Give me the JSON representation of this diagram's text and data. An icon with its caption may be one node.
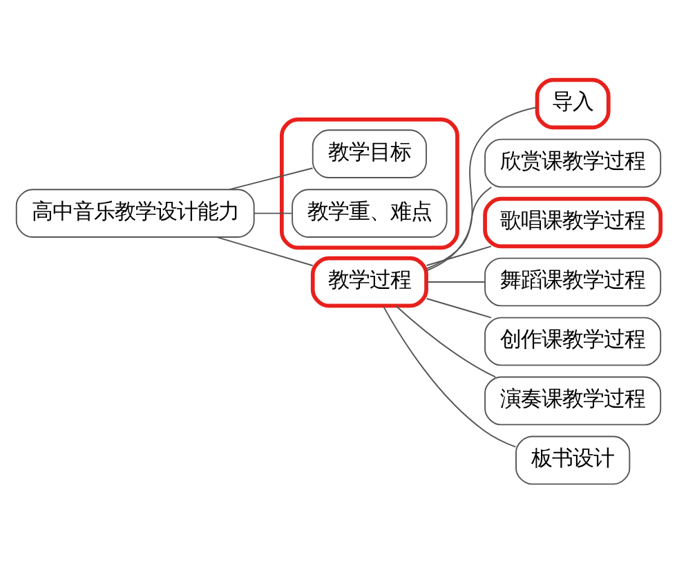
{
  "diagram": {
    "nodes": [
      {
        "text": [
          "高中音乐教学设计能力"
        ]
      },
      {
        "text": [],
        "shape": "box"
      },
      {
        "text": [
          "教学目标"
        ],
        "in": 1
      },
      {
        "text": [
          "教学重、难点"
        ],
        "in": 1
      },
      {
        "text": [
          "教学过程"
        ]
      },
      {
        "text": [
          "导入"
        ]
      },
      {
        "text": [
          "欣赏课教学过程"
        ]
      },
      {
        "text": [
          "歌唱课教学过程"
        ]
      },
      {
        "text": [
          "舞蹈课教学过程"
        ]
      },
      {
        "text": [
          "创作课教学过程"
        ]
      },
      {
        "text": [
          "演奏课教学过程"
        ]
      },
      {
        "text": [
          "板书设计"
        ]
      }
    ],
    "edges": [
      {
        "from": 0,
        "to": 2,
        "arrow": "none"
      },
      {
        "from": 0,
        "to": 3,
        "arrow": "none"
      },
      {
        "from": 0,
        "to": 4,
        "arrow": "none"
      },
      {
        "from": 4,
        "to": 5,
        "arrow": "none"
      },
      {
        "from": 4,
        "to": 6,
        "arrow": "none"
      },
      {
        "from": 4,
        "to": 7,
        "arrow": "none"
      },
      {
        "from": 4,
        "to": 8,
        "arrow": "none"
      },
      {
        "from": 4,
        "to": 9,
        "arrow": "none"
      },
      {
        "from": 4,
        "to": 10,
        "arrow": "none"
      },
      {
        "from": 4,
        "to": 11,
        "arrow": "none"
      }
    ]
  }
}
